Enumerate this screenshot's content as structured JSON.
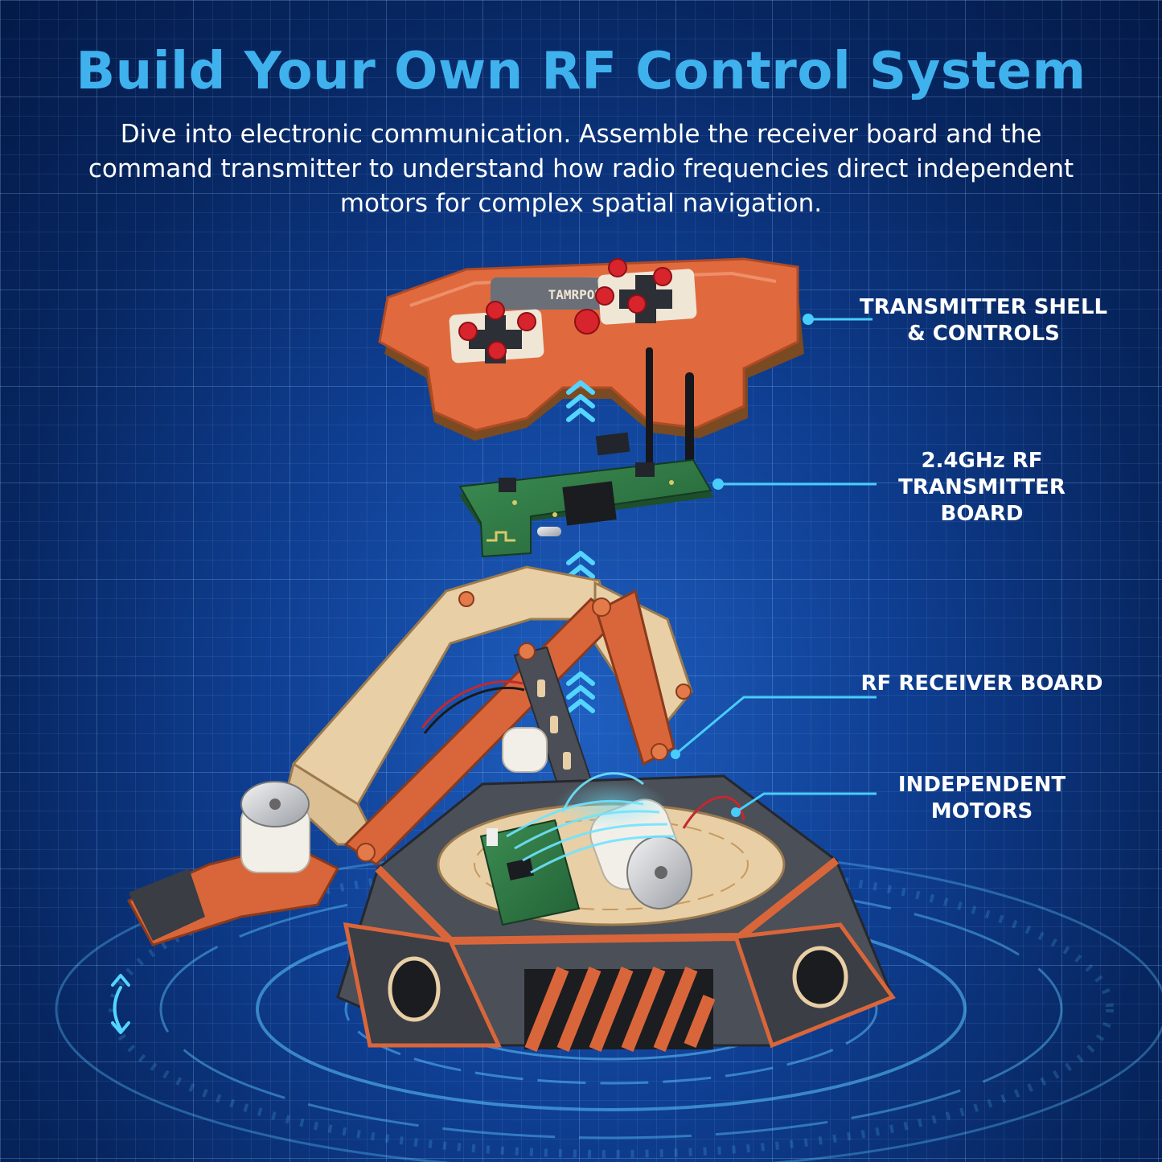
{
  "header": {
    "title": "Build Your Own RF Control System",
    "description": "Dive into electronic communication. Assemble the receiver board and the command transmitter to understand how radio frequencies direct independent motors for complex spatial navigation."
  },
  "controller": {
    "brand": "TAMRPOBOT"
  },
  "callouts": [
    {
      "label": "TRANSMITTER SHELL & CONTROLS"
    },
    {
      "label": "2.4GHz RF TRANSMITTER BOARD"
    },
    {
      "label": "RF RECEIVER BOARD"
    },
    {
      "label": "INDEPENDENT MOTORS"
    }
  ],
  "colors": {
    "background": "#0f3f93",
    "headline": "#3fb2ee",
    "accent_cyan": "#35d6ff",
    "wood_orange": "#d9663a",
    "plywood": "#e8cfa6",
    "pcb_green": "#2f7a45"
  },
  "icons": {
    "assembly_arrows": "chevron-up-icon",
    "vertical_motion": "up-down-arrow-icon"
  }
}
